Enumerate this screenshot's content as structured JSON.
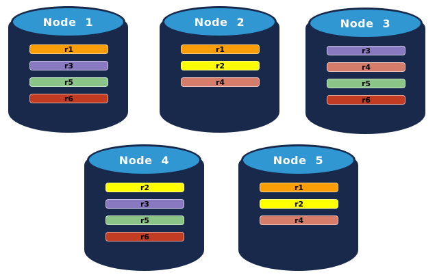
{
  "colors": {
    "background": "#FFFFFF",
    "cylinder_body": "#18294B",
    "cylinder_top": "#3197D3",
    "node_label_text": "#FFFFFF",
    "replica_label_text": "#000000"
  },
  "replica_colors": {
    "r1": "#F99E06",
    "r2": "#FFFF00",
    "r3": "#8879C1",
    "r4": "#D57C6B",
    "r5": "#8BC487",
    "r6": "#C23B23"
  },
  "nodes": [
    {
      "label": "Node 1",
      "replicas": [
        "r1",
        "r3",
        "r5",
        "r6"
      ]
    },
    {
      "label": "Node 2",
      "replicas": [
        "r1",
        "r2",
        "r4"
      ]
    },
    {
      "label": "Node 3",
      "replicas": [
        "r3",
        "r4",
        "r5",
        "r6"
      ]
    },
    {
      "label": "Node 4",
      "replicas": [
        "r2",
        "r3",
        "r5",
        "r6"
      ]
    },
    {
      "label": "Node 5",
      "replicas": [
        "r1",
        "r2",
        "r4"
      ]
    }
  ]
}
